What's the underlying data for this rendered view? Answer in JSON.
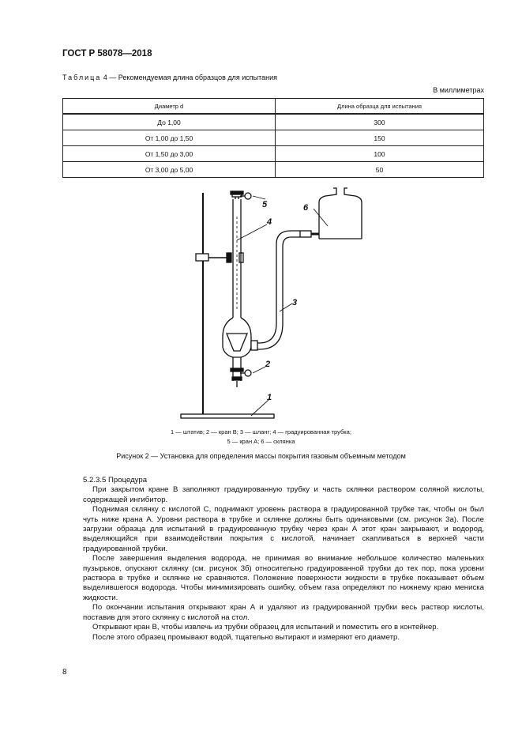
{
  "header": {
    "standard": "ГОСТ Р 58078—2018"
  },
  "table": {
    "caption_word": "Таблица",
    "caption_rest": " 4 — Рекомендуемая длина образцов для испытания",
    "units": "В миллиметрах",
    "columns": [
      "Диаметр d",
      "Длина образца для испытания"
    ],
    "rows": [
      [
        "До 1,00",
        "300"
      ],
      [
        "От 1,00 до 1,50",
        "150"
      ],
      [
        "От 1,50 до 3,00",
        "100"
      ],
      [
        "От 3,00 до 5,00",
        "50"
      ]
    ]
  },
  "figure": {
    "labels": {
      "l1": "1",
      "l2": "2",
      "l3": "3",
      "l4": "4",
      "l5": "5",
      "l6": "6"
    },
    "legend_line1": "1 — штатив; 2 — кран В; 3 — шланг; 4 — градуированная трубка;",
    "legend_line2": "5 — кран А; 6 — склянка",
    "caption": "Рисунок 2 — Установка для определения массы покрытия газовым объемным методом"
  },
  "section": {
    "heading": "5.2.3.5 Процедура",
    "paragraphs": [
      "При закрытом кране В заполняют градуированную трубку и часть склянки раствором соляной кислоты, содержащей ингибитор.",
      "Поднимая склянку с кислотой С, поднимают уровень раствора в градуированной трубке так, чтобы он был чуть ниже крана А. Уровни раствора в трубке и склянке должны быть одинаковыми (см. рисунок 3а). После загрузки образца для испытаний в градуированную трубку через кран А этот кран закрывают, и водород, выделяющийся при взаимодействии покрытия с кислотой, начинает скапливаться в верхней части градуированной трубки.",
      "После завершения выделения водорода, не принимая во внимание небольшое количество маленьких пузырьков, опускают склянку (см. рисунок 3б) относительно градуированной трубки до тех пор, пока уровни раствора в трубке и склянке не сравняются. Положение поверхности жидкости в трубке показывает объем выделившегося водорода. Чтобы минимизировать ошибку, объем газа определяют по нижнему краю мениска жидкости.",
      "По окончании испытания открывают кран А и удаляют из градуированной трубки весь раствор кислоты, поставив для этого склянку с кислотой на стол.",
      "Открывают кран В, чтобы извлечь из трубки образец для испытаний и поместить его в контейнер.",
      "После этого образец промывают водой, тщательно вытирают и измеряют его диаметр."
    ]
  },
  "page_number": "8"
}
